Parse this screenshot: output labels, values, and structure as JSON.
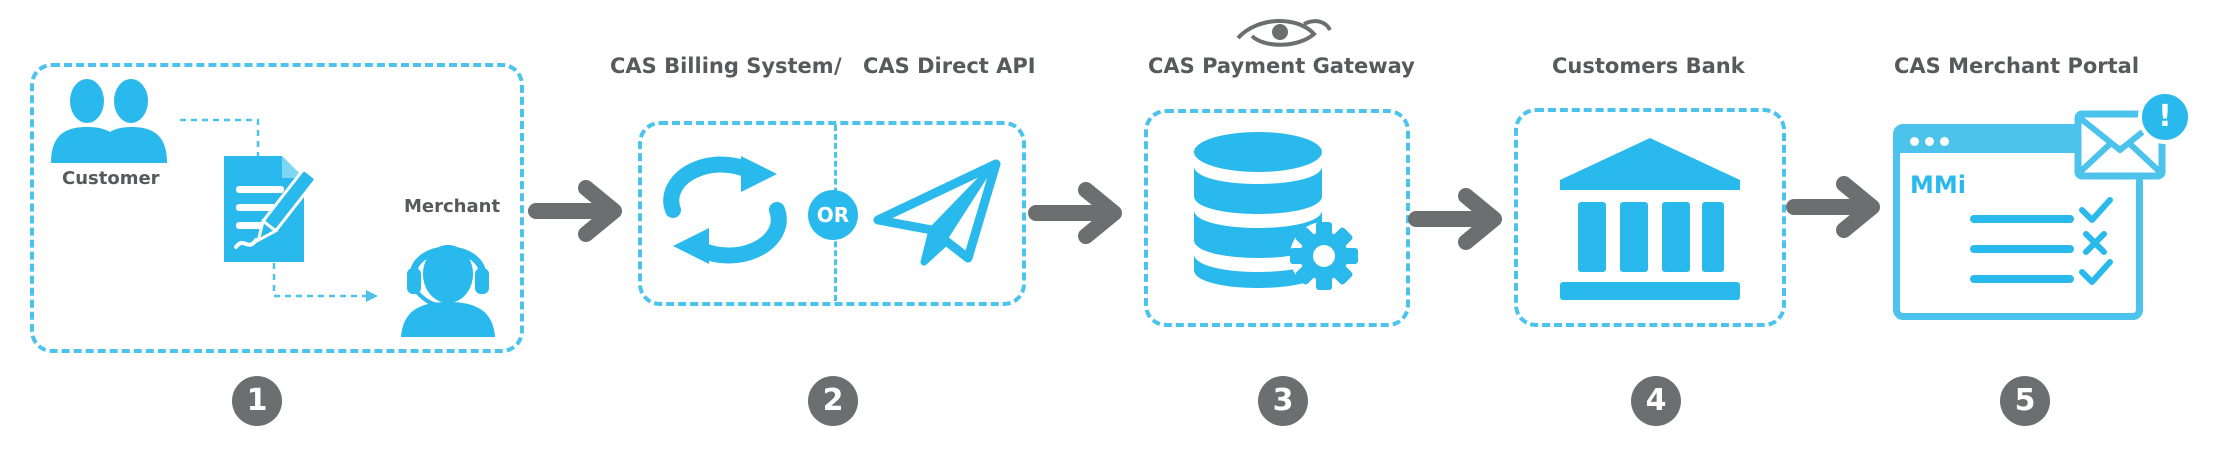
{
  "steps": [
    {
      "number": "1",
      "title": "",
      "labels": {
        "customer": "Customer",
        "merchant": "Merchant"
      }
    },
    {
      "number": "2",
      "title_left": "CAS Billing System",
      "separator": "/",
      "title_right": "CAS Direct API",
      "or_label": "OR"
    },
    {
      "number": "3",
      "title": "CAS Payment Gateway"
    },
    {
      "number": "4",
      "title": "Customers Bank"
    },
    {
      "number": "5",
      "title": "CAS Merchant Portal",
      "portal_logo": "MMi",
      "alert": "!"
    }
  ],
  "colors": {
    "accent": "#29b9ec",
    "dashed": "#4cc3ec",
    "arrow": "#6d6e70",
    "text": "#58595b"
  }
}
